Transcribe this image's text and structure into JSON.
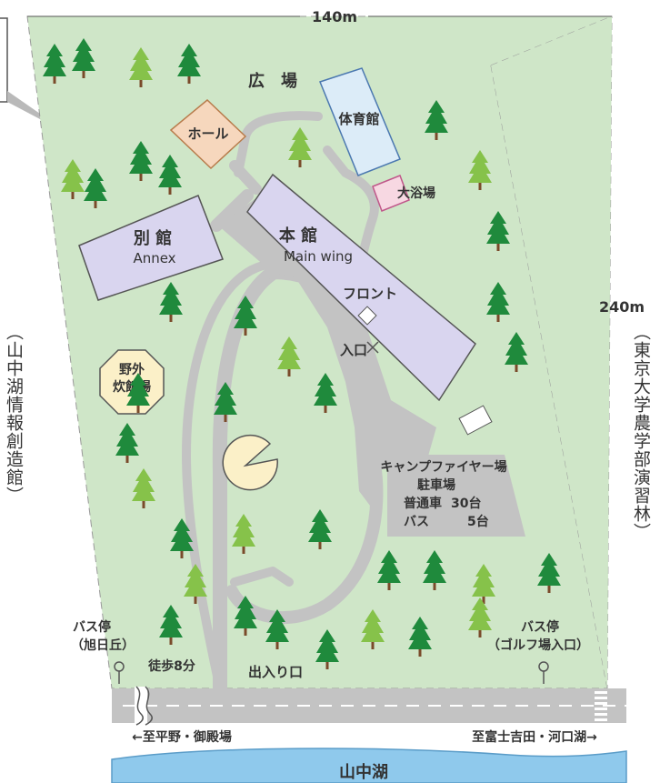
{
  "labels": {
    "width": "140m",
    "height": "240m",
    "plaza": "広　場",
    "gym": "体育館",
    "hall": "ホール",
    "bath": "大浴場",
    "annex_jp": "別 館",
    "annex_en": "Annex",
    "main_jp": "本 館",
    "main_en": "Main wing",
    "front": "フロント",
    "entrance": "入口",
    "bbq_1": "野外",
    "bbq_2": "炊飯場",
    "campfire": "キャンプファイヤー場",
    "parking": "駐車場",
    "cars_label": "普通車",
    "cars_count": "30台",
    "bus_label": "バス",
    "bus_count": "5台",
    "left_neighbor": "（山中湖情報創造館）",
    "right_neighbor": "（東京大学農学部演習林）",
    "bus_stop_left_1": "バス停",
    "bus_stop_left_2": "（旭日丘）",
    "walk": "徒歩8分",
    "gate": "出入り口",
    "bus_stop_right_1": "バス停",
    "bus_stop_right_2": "（ゴルフ場入口）",
    "to_left": "←至平野・御殿場",
    "to_right": "至富士吉田・河口湖→",
    "lake": "山中湖"
  },
  "colors": {
    "grass": "#cfe6c8",
    "road": "#c3c3c3",
    "building_main": "#d9d5ef",
    "gym": "#dcecf8",
    "hall": "#f6d7bd",
    "bath": "#f7d8e2",
    "lake": "#8fc9ec",
    "tree_dark": "#1f8a3c",
    "tree_light": "#86c24a",
    "trunk": "#7a4a2a"
  }
}
